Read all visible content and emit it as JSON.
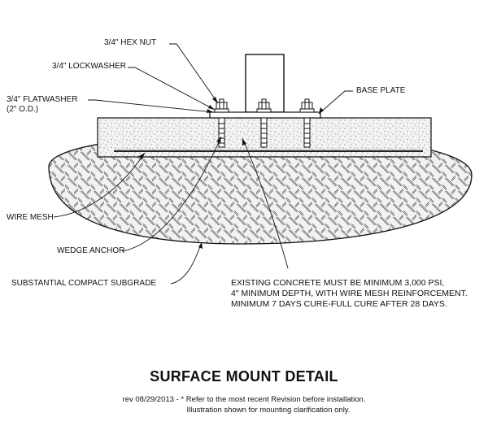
{
  "labels": {
    "hex_nut": "3/4\" HEX NUT",
    "lockwasher": "3/4\" LOCKWASHER",
    "flatwasher_1": "3/4\" FLATWASHER",
    "flatwasher_2": "(2\" O.D.)",
    "base_plate": "BASE PLATE",
    "wire_mesh": "WIRE MESH",
    "wedge_anchor": "WEDGE ANCHOR",
    "subgrade": "SUBSTANTIAL COMPACT SUBGRADE"
  },
  "note": {
    "line1": "EXISTING CONCRETE MUST BE MINIMUM 3,000 PSI,",
    "line2": "4\" MINIMUM DEPTH, WITH WIRE MESH REINFORCEMENT.",
    "line3": "MINIMUM 7 DAYS CURE-FULL CURE AFTER 28 DAYS."
  },
  "title": "SURFACE MOUNT DETAIL",
  "footer": {
    "line1": "rev 08/29/2013 - * Refer to the most recent Revision before installation.",
    "line2": "Illustration shown for mounting clarification only."
  }
}
